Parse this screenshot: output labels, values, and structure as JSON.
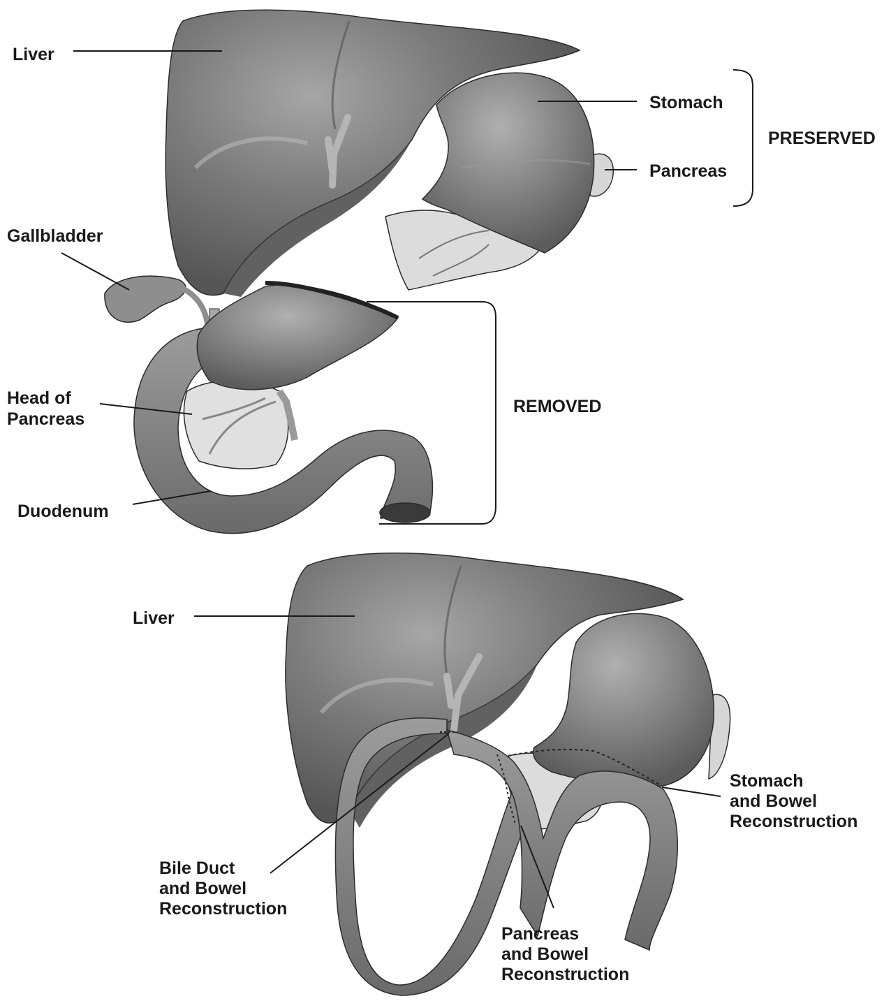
{
  "top_figure": {
    "labels": {
      "liver": "Liver",
      "stomach": "Stomach",
      "pancreas": "Pancreas",
      "preserved": "PRESERVED",
      "gallbladder": "Gallbladder",
      "head_of_pancreas_1": "Head of",
      "head_of_pancreas_2": "Pancreas",
      "removed": "REMOVED",
      "duodenum": "Duodenum"
    }
  },
  "bottom_figure": {
    "labels": {
      "liver": "Liver",
      "stomach_bowel_1": "Stomach",
      "stomach_bowel_2": "and Bowel",
      "stomach_bowel_3": "Reconstruction",
      "bile_duct_1": "Bile Duct",
      "bile_duct_2": "and Bowel",
      "bile_duct_3": "Reconstruction",
      "pancreas_bowel_1": "Pancreas",
      "pancreas_bowel_2": "and Bowel",
      "pancreas_bowel_3": "Reconstruction"
    }
  },
  "colors": {
    "liver_dark": "#4a4a4a",
    "liver_mid": "#6e6e6e",
    "liver_light": "#9a9a9a",
    "stomach": "#7c7c7c",
    "pancreas": "#d8d8d8",
    "bowel": "#858585",
    "bile_duct": "#b5b5b5"
  }
}
